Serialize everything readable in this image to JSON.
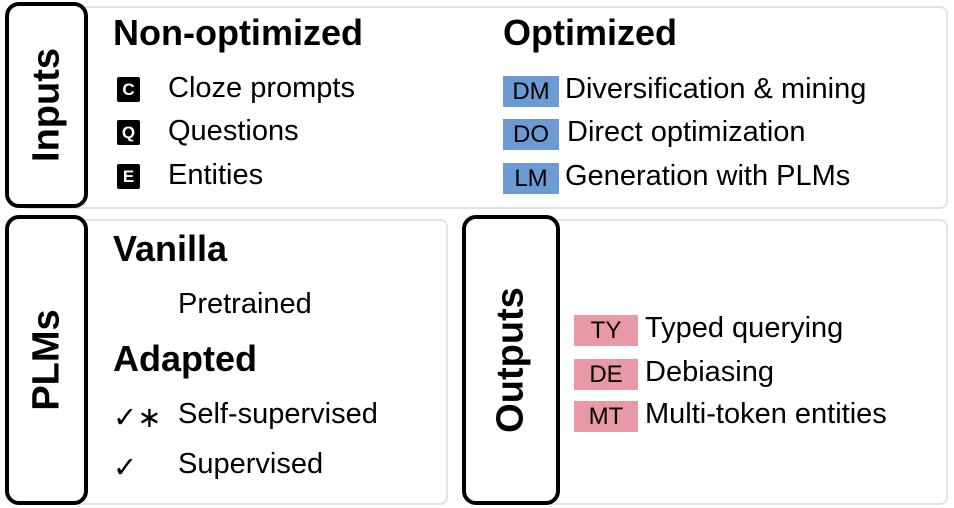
{
  "inputs": {
    "tab_label": "Inputs",
    "non_optimized": {
      "heading": "Non-optimized",
      "items": [
        {
          "badge": "C",
          "label": "Cloze prompts"
        },
        {
          "badge": "Q",
          "label": "Questions"
        },
        {
          "badge": "E",
          "label": "Entities"
        }
      ]
    },
    "optimized": {
      "heading": "Optimized",
      "items": [
        {
          "badge": "DM",
          "label": "Diversification & mining"
        },
        {
          "badge": "DO",
          "label": "Direct optimization"
        },
        {
          "badge": "LM",
          "label": "Generation with PLMs"
        }
      ]
    }
  },
  "plms": {
    "tab_label": "PLMs",
    "vanilla": {
      "heading": "Vanilla",
      "items": [
        {
          "label": "Pretrained"
        }
      ]
    },
    "adapted": {
      "heading": "Adapted",
      "items": [
        {
          "marker": "✓∗",
          "label": "Self-supervised"
        },
        {
          "marker": "✓",
          "label": "Supervised"
        }
      ]
    }
  },
  "outputs": {
    "tab_label": "Outputs",
    "items": [
      {
        "badge": "TY",
        "label": "Typed querying"
      },
      {
        "badge": "DE",
        "label": "Debiasing"
      },
      {
        "badge": "MT",
        "label": "Multi-token entities"
      }
    ]
  },
  "colors": {
    "optimized_badge": "#6c9bd3",
    "output_badge": "#e899a5",
    "letter_badge": "#000000",
    "panel_border": "#e2e2e2"
  }
}
